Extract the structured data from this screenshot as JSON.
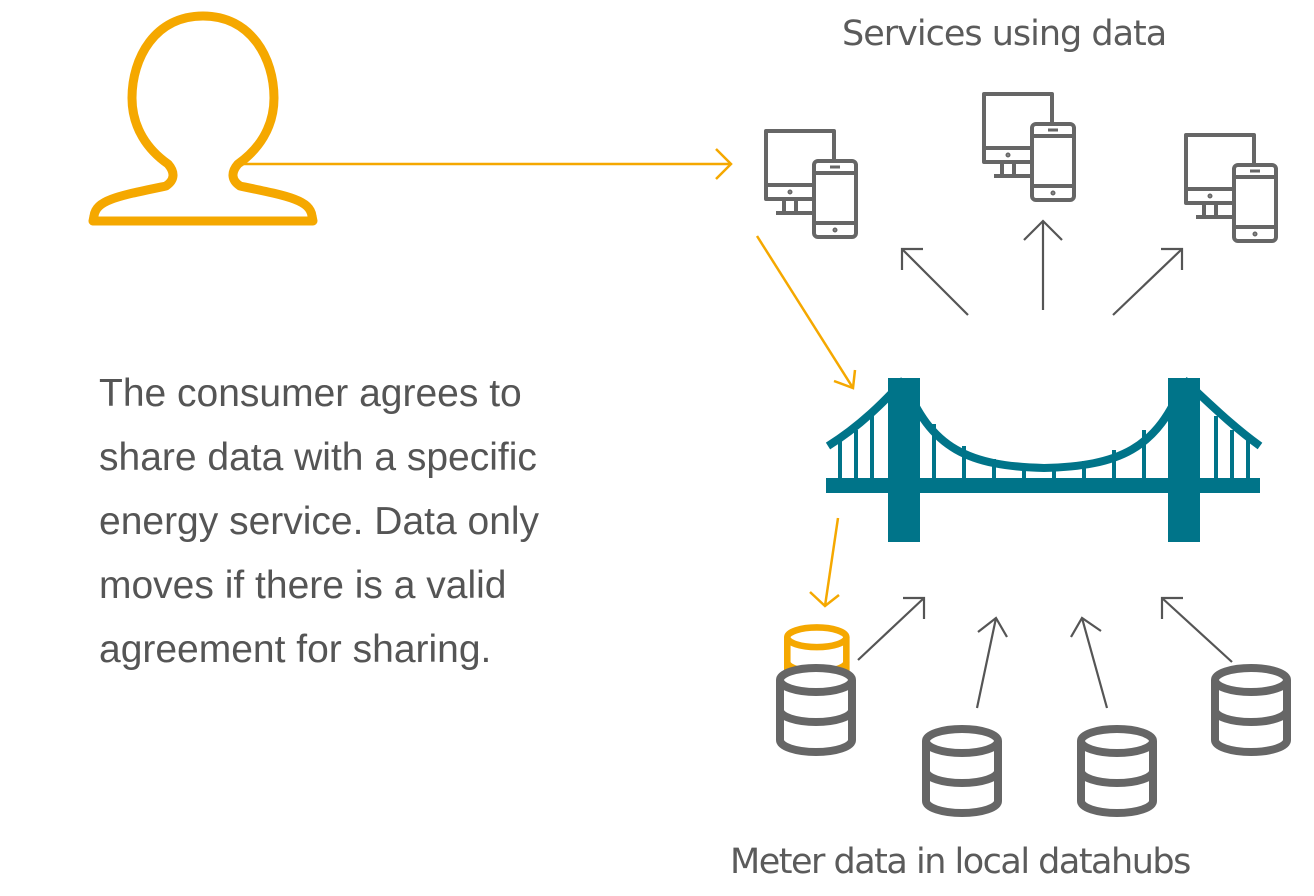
{
  "labels": {
    "services": "Services using data",
    "meter": "Meter data in local datahubs"
  },
  "description_lines": [
    "The consumer agrees to",
    "share data with a specific",
    "energy service. Data only",
    "moves if there is a valid",
    "agreement for sharing."
  ],
  "icons": {
    "consumer": "person-outline-icon",
    "service": "desktop-and-phone-icon",
    "hub": "bridge-icon",
    "datastore": "database-icon"
  },
  "colors": {
    "accent": "#F5A800",
    "bridge": "#007489",
    "icon_gray": "#666666",
    "text": "#555555"
  }
}
